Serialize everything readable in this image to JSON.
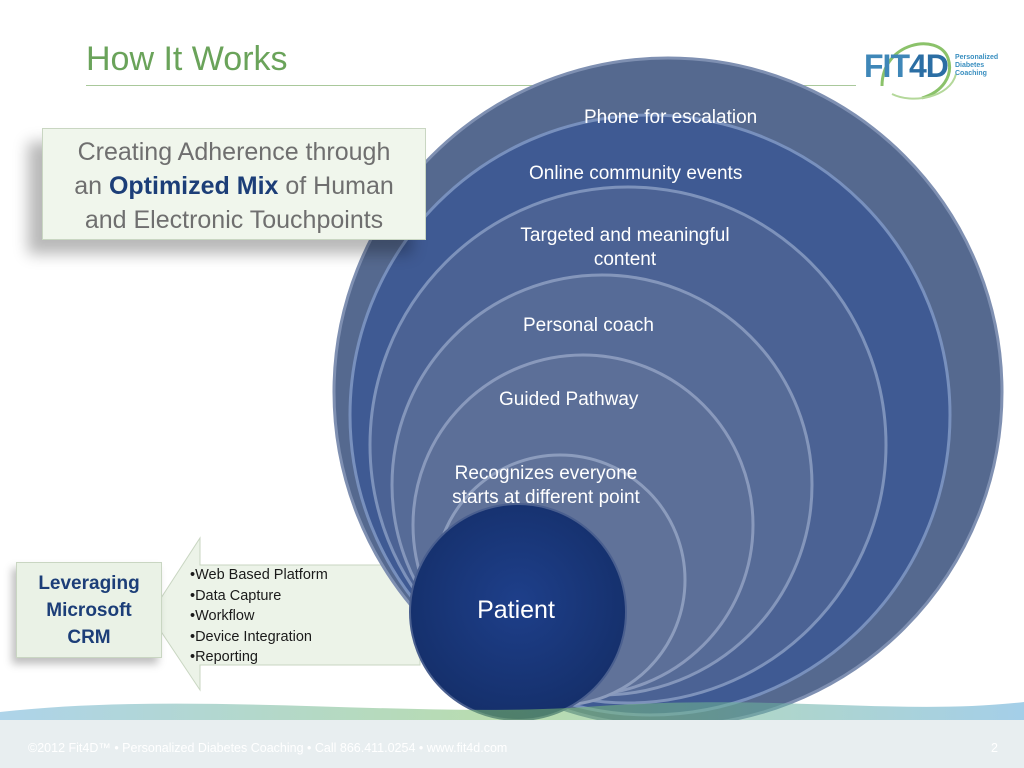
{
  "slide": {
    "title": "How It Works",
    "page_number": "2"
  },
  "logo": {
    "brand_fit": "FIT",
    "brand_4d": "4D",
    "tagline": [
      "Personalized",
      "Diabetes",
      "Coaching"
    ]
  },
  "callout": {
    "line1": "Creating Adherence through",
    "line2_pre": "an ",
    "line2_emph": "Optimized Mix",
    "line2_post": " of Human",
    "line3": "and Electronic Touchpoints"
  },
  "crm": {
    "line1": "Leveraging",
    "line2": "Microsoft",
    "line3": "CRM",
    "bullets": [
      "•Web Based Platform",
      "•Data Capture",
      "•Workflow",
      "•Device Integration",
      "•Reporting"
    ]
  },
  "rings": [
    {
      "label": "Phone for escalation"
    },
    {
      "label": "Online community events"
    },
    {
      "label_line1": "Targeted and meaningful",
      "label_line2": "content"
    },
    {
      "label": "Personal coach"
    },
    {
      "label": "Guided Pathway"
    },
    {
      "label_line1": "Recognizes everyone",
      "label_line2": "starts at different point"
    }
  ],
  "center": {
    "label": "Patient"
  },
  "footer": {
    "text": "©2012 Fit4D™  •  Personalized Diabetes Coaching  •  Call 866.411.0254  •  www.fit4d.com"
  },
  "colors": {
    "title_green": "#6aa35a",
    "accent_navy": "#1c3e78",
    "ring_blue": "#4a669a"
  }
}
